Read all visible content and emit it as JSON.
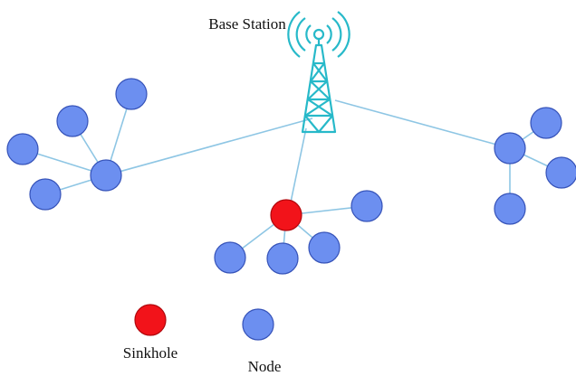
{
  "diagram": {
    "base_station_label": "Base Station",
    "legend": {
      "sinkhole_label": "Sinkhole",
      "node_label": "Node"
    },
    "icons": {
      "base_station": "radio-tower-icon"
    },
    "colors": {
      "node_fill": "#6c8ff0",
      "node_stroke": "#3552b8",
      "sinkhole_fill": "#f2131a",
      "sinkhole_stroke": "#b0070c",
      "link": "#8ec6e4",
      "tower": "#27b9c9",
      "background": "#ffffff"
    }
  }
}
